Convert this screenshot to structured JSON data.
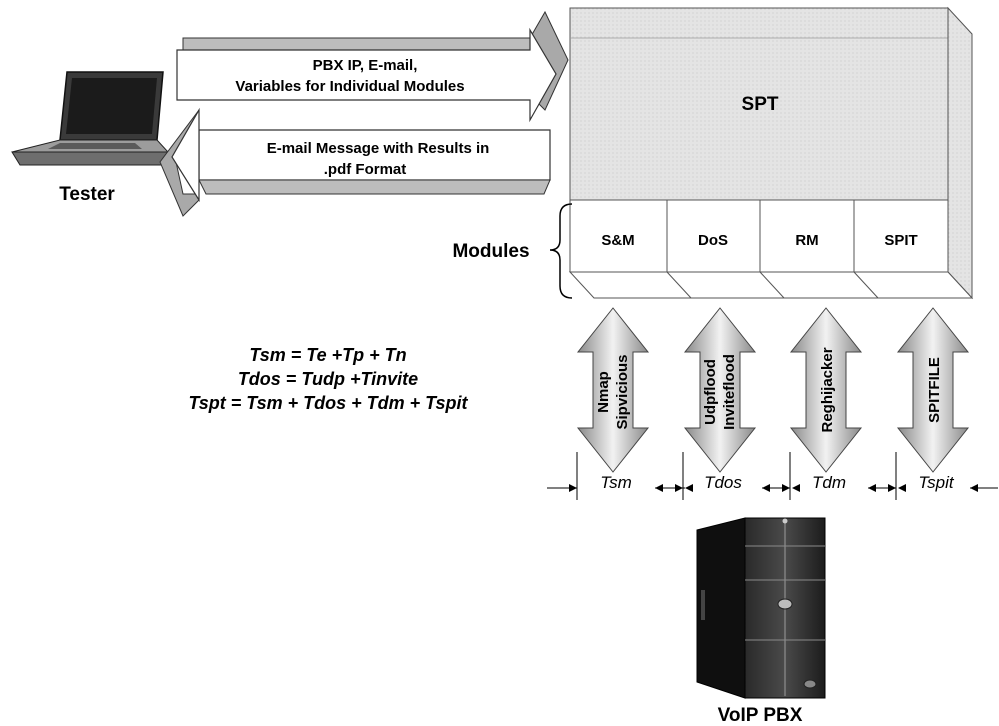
{
  "tester": {
    "label": "Tester"
  },
  "arrow_to_spt": {
    "line1": "PBX IP, E-mail,",
    "line2": "Variables for Individual Modules"
  },
  "arrow_to_tester": {
    "line1": "E-mail Message with Results in",
    "line2": ".pdf Format"
  },
  "spt": {
    "label": "SPT"
  },
  "modules": {
    "label": "Modules",
    "items": [
      "S&M",
      "DoS",
      "RM",
      "SPIT"
    ]
  },
  "formulas": [
    "Tsm = Te +Tp + Tn",
    "Tdos = Tudp +Tinvite",
    "Tspt = Tsm + Tdos + Tdm + Tspit"
  ],
  "tools": [
    {
      "line1": "Nmap",
      "line2": "Sipvicious"
    },
    {
      "line1": "Udpflood",
      "line2": "Inviteflood"
    },
    {
      "line1": "Reghijacker",
      "line2": ""
    },
    {
      "line1": "SPITFILE",
      "line2": ""
    }
  ],
  "times": [
    "Tsm",
    "Tdos",
    "Tdm",
    "Tspit"
  ],
  "pbx": {
    "label": "VoIP PBX"
  },
  "colors": {
    "box_fill": "#e2e2e2",
    "arrow_fill": "#ffffff",
    "grad_dark": "#8a8a8a",
    "grad_light": "#f2f2f2"
  }
}
